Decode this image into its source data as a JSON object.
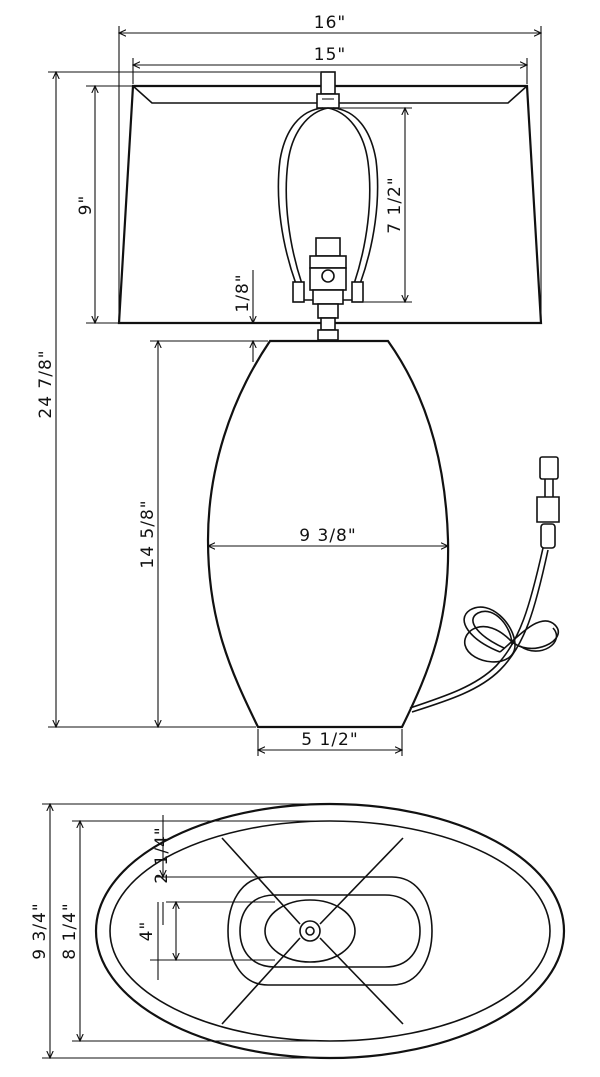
{
  "side_view": {
    "overall_width": "16\"",
    "shade_top_width": "15\"",
    "shade_height": "9\"",
    "harp_height": "7 1/2\"",
    "neck_gap": "1/8\"",
    "overall_height": "24  7/8\"",
    "base_height": "14  5/8\"",
    "base_max_width": "9  3/8\"",
    "base_foot_width": "5 1/2\""
  },
  "top_view": {
    "outer_depth": "9  3/4\"",
    "shade_depth": "8  1/4\"",
    "body_depth": "2  1/4\"",
    "foot_depth": "4\""
  }
}
